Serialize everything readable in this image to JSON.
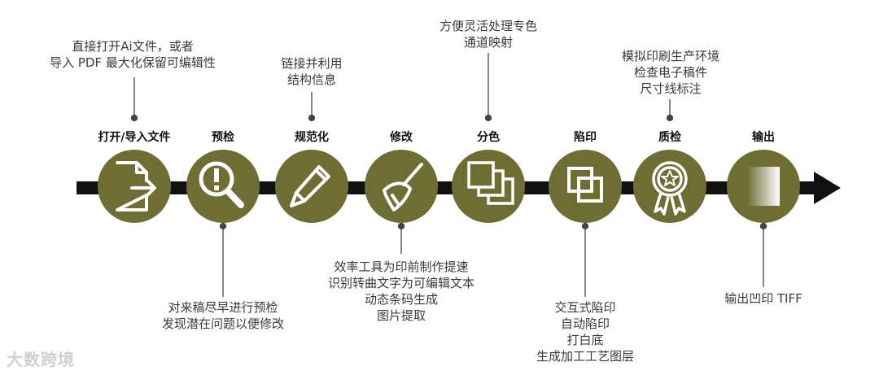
{
  "steps": [
    {
      "label": "打开/导入文件",
      "icon": "import-file-icon"
    },
    {
      "label": "预检",
      "icon": "preflight-magnifier-icon"
    },
    {
      "label": "规范化",
      "icon": "pencil-icon"
    },
    {
      "label": "修改",
      "icon": "broom-icon"
    },
    {
      "label": "分色",
      "icon": "stacked-pages-icon"
    },
    {
      "label": "陷印",
      "icon": "overlap-squares-icon"
    },
    {
      "label": "质检",
      "icon": "award-badge-icon"
    },
    {
      "label": "输出",
      "icon": "gradient-square-icon"
    }
  ],
  "annotations": {
    "open": [
      "直接打开Ai文件，或者",
      "导入 PDF 最大化保留可编辑性"
    ],
    "normalize": [
      "链接并利用",
      "结构信息"
    ],
    "separate": [
      "方便灵活处理专色",
      "通道映射"
    ],
    "qc": [
      "模拟印刷生产环境",
      "检查电子稿件",
      "尺寸线标注"
    ],
    "preflight": [
      "对来稿尽早进行预检",
      "发现潜在问题以便修改"
    ],
    "modify": [
      "效率工具为印前制作提速",
      "识别转曲文字为可编辑文本",
      "动态条码生成",
      "图片提取"
    ],
    "trap": [
      "交互式陷印",
      "自动陷印",
      "打白底",
      "生成加工工艺图层"
    ],
    "output": [
      "输出凹印 TIFF"
    ]
  },
  "watermark": "大数跨境",
  "colors": {
    "circle": "#6e6e34",
    "arrow": "#111111",
    "connector": "#444444",
    "label": "#111111"
  }
}
